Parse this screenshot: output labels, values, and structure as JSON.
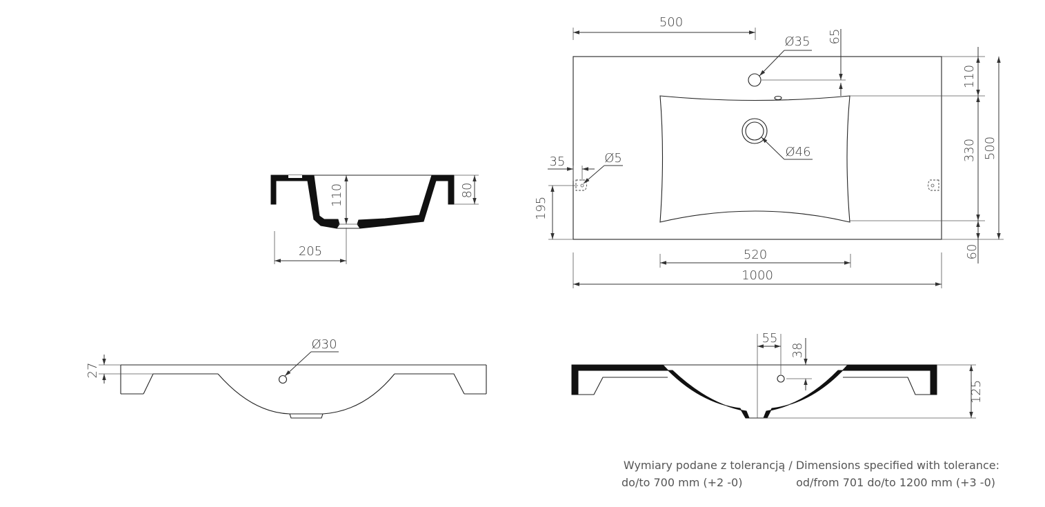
{
  "dimensions": {
    "top_500": "500",
    "hole_35": "Ø35",
    "offset_65": "65",
    "drain_46": "Ø46",
    "d_110": "110",
    "d_330": "330",
    "d_500_height": "500",
    "d_60": "60",
    "d_35": "35",
    "mount_5": "Ø5",
    "d_195": "195",
    "bowl_520": "520",
    "width_1000": "1000",
    "side_110": "110",
    "side_80": "80",
    "side_205": "205",
    "overflow_30": "Ø30",
    "front_27": "27",
    "sec_55": "55",
    "sec_38": "38",
    "sec_125": "125"
  },
  "note": {
    "line1": "Wymiary podane z tolerancją / Dimensions specified with tolerance:",
    "line2_left": "do/to 700 mm (+2 -0)",
    "line2_right": "od/from 701 do/to 1200 mm (+3 -0)"
  }
}
